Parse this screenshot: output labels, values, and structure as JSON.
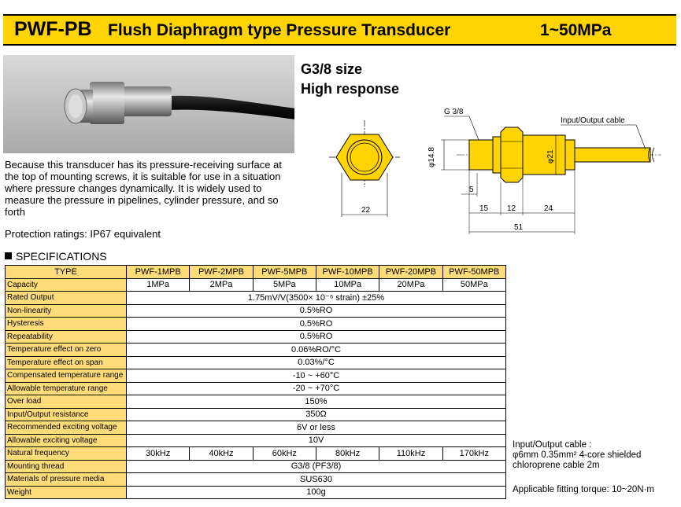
{
  "header": {
    "model": "PWF-PB",
    "name": "Flush Diaphragm type Pressure Transducer",
    "range": "1~50MPa"
  },
  "features": [
    "G3/8 size",
    "High response"
  ],
  "description": "Because this transducer has its pressure-receiving surface at the top of mounting screws, it is suitable for use in a situation where pressure changes dynamically.  It is widely used to measure the pressure in pipelines, cylinder pressure, and so forth",
  "protection": "Protection ratings: IP67 equivalent",
  "drawing": {
    "label_g38": "G 3/8",
    "label_cable": "Input/Output cable",
    "dim_22": "22",
    "dim_148": "φ14.8",
    "dim_21": "φ21",
    "dim_5": "5",
    "dim_15": "15",
    "dim_12": "12",
    "dim_24": "24",
    "dim_51": "51"
  },
  "spec_title": "SPECIFICATIONS",
  "table": {
    "type_label": "TYPE",
    "models": [
      "PWF-1MPB",
      "PWF-2MPB",
      "PWF-5MPB",
      "PWF-10MPB",
      "PWF-20MPB",
      "PWF-50MPB"
    ],
    "capacity_label": "Capacity",
    "capacity": [
      "1MPa",
      "2MPa",
      "5MPa",
      "10MPa",
      "20MPa",
      "50MPa"
    ],
    "rows": [
      {
        "label": "Rated Output",
        "value": "1.75mV/V(3500× 10⁻⁶ strain) ±25%"
      },
      {
        "label": "Non-linearity",
        "value": "0.5%RO"
      },
      {
        "label": "Hysteresis",
        "value": "0.5%RO"
      },
      {
        "label": "Repeatability",
        "value": "0.5%RO"
      },
      {
        "label": "Temperature effect on zero",
        "value": "0.06%RO/°C"
      },
      {
        "label": "Temperature effect on span",
        "value": "0.03%/°C"
      },
      {
        "label": "Compensated temperature range",
        "value": "-10 ~ +60°C"
      },
      {
        "label": "Allowable temperature range",
        "value": "-20 ~ +70°C"
      },
      {
        "label": "Over load",
        "value": "150%"
      },
      {
        "label": "Input/Output resistance",
        "value": "350Ω"
      },
      {
        "label": "Recommended exciting voltage",
        "value": "6V or less"
      },
      {
        "label": "Allowable exciting voltage",
        "value": "10V"
      }
    ],
    "natfreq_label": "Natural frequency",
    "natfreq": [
      "30kHz",
      "40kHz",
      "60kHz",
      "80kHz",
      "110kHz",
      "170kHz"
    ],
    "rows2": [
      {
        "label": "Mounting thread",
        "value": "G3/8 (PF3/8)"
      },
      {
        "label": "Materials of pressure media",
        "value": "SUS630"
      },
      {
        "label": "Weight",
        "value": "100g"
      }
    ]
  },
  "cable_note": {
    "l1": "Input/Output cable :",
    "l2": "φ6mm  0.35mm²  4-core shielded",
    "l3": "chloroprene cable 2m"
  },
  "torque": "Applicable fitting torque: 10~20N·m"
}
